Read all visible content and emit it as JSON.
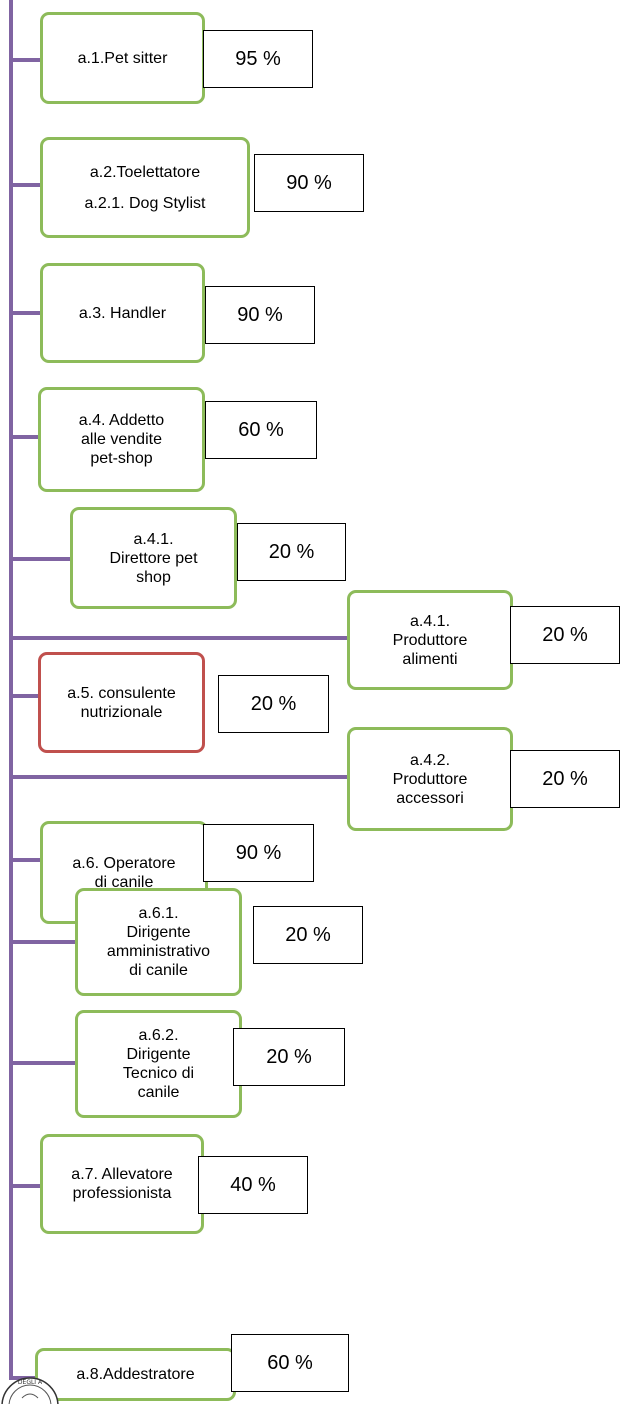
{
  "colors": {
    "connector": "#8064a2",
    "node_border_green": "#8dbb5a",
    "node_border_red": "#c0504d",
    "value_border": "#000000"
  },
  "nodes": [
    {
      "id": "a1",
      "lines": [
        "a.1.Pet sitter"
      ],
      "value": "95 %"
    },
    {
      "id": "a2",
      "lines": [
        "a.2.Toelettatore",
        "a.2.1. Dog Stylist"
      ],
      "value": "90 %"
    },
    {
      "id": "a3",
      "lines": [
        "a.3. Handler"
      ],
      "value": "90 %"
    },
    {
      "id": "a4",
      "lines": [
        "a.4. Addetto",
        "alle vendite",
        "pet-shop"
      ],
      "value": "60 %"
    },
    {
      "id": "a41-direttore",
      "lines": [
        "a.4.1.",
        "Direttore pet",
        "shop"
      ],
      "value": "20 %"
    },
    {
      "id": "a41-produttore",
      "lines": [
        "a.4.1.",
        "Produttore",
        "alimenti"
      ],
      "value": "20 %"
    },
    {
      "id": "a5",
      "lines": [
        "a.5. consulente",
        "nutrizionale"
      ],
      "value": "20 %"
    },
    {
      "id": "a42",
      "lines": [
        "a.4.2.",
        "Produttore",
        "accessori"
      ],
      "value": "20 %"
    },
    {
      "id": "a6",
      "lines": [
        "a.6. Operatore",
        "di canile"
      ],
      "value": "90 %"
    },
    {
      "id": "a61",
      "lines": [
        "a.6.1.",
        "Dirigente",
        "amministrativo",
        "di canile"
      ],
      "value": "20 %"
    },
    {
      "id": "a62",
      "lines": [
        "a.6.2.",
        "Dirigente",
        "Tecnico di",
        "canile"
      ],
      "value": "20 %"
    },
    {
      "id": "a7",
      "lines": [
        "a.7. Allevatore",
        "professionista"
      ],
      "value": "40 %"
    },
    {
      "id": "a8",
      "lines": [
        "a.8.Addestratore"
      ],
      "value": "60 %"
    }
  ],
  "seal_text": "DEGLI A"
}
